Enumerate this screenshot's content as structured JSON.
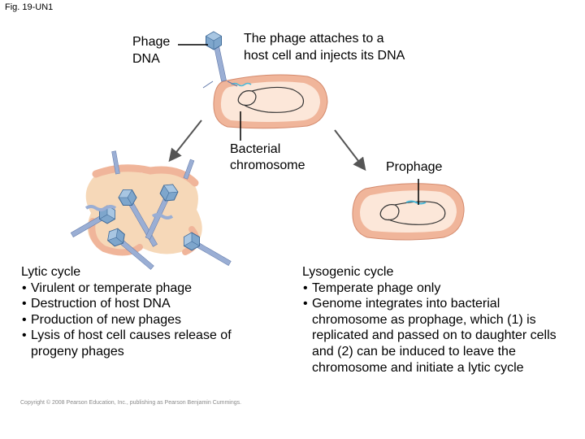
{
  "figure_label": "Fig. 19-UN1",
  "labels": {
    "phage_dna": [
      "Phage",
      "DNA"
    ],
    "attach": [
      "The phage attaches to a",
      "host cell and injects its DNA"
    ],
    "bacterial_chromosome": [
      "Bacterial",
      "chromosome"
    ],
    "prophage": "Prophage"
  },
  "lytic": {
    "title": "Lytic cycle",
    "items": [
      "Virulent or temperate phage",
      "Destruction of host DNA",
      "Production of new phages",
      "Lysis of host cell causes release of progeny phages"
    ]
  },
  "lysogenic": {
    "title": "Lysogenic cycle",
    "items": [
      "Temperate phage only",
      "Genome integrates into bacterial chromosome as prophage, which (1) is replicated and passed on to daughter cells and (2) can be induced to leave the chromosome and initiate a lytic cycle"
    ]
  },
  "copyright": "Copyright © 2008 Pearson Education, Inc., publishing as Pearson Benjamin Cummings.",
  "colors": {
    "cell_outer": "#f0b59a",
    "cell_inner": "#fce7d9",
    "debris": "#f6d8b8",
    "phage_head": "#7ea6cc",
    "phage_tail": "#9aaed4",
    "chromosome": "#333333",
    "prophage_dna": "#4bb8d8",
    "arrow": "#555555"
  }
}
